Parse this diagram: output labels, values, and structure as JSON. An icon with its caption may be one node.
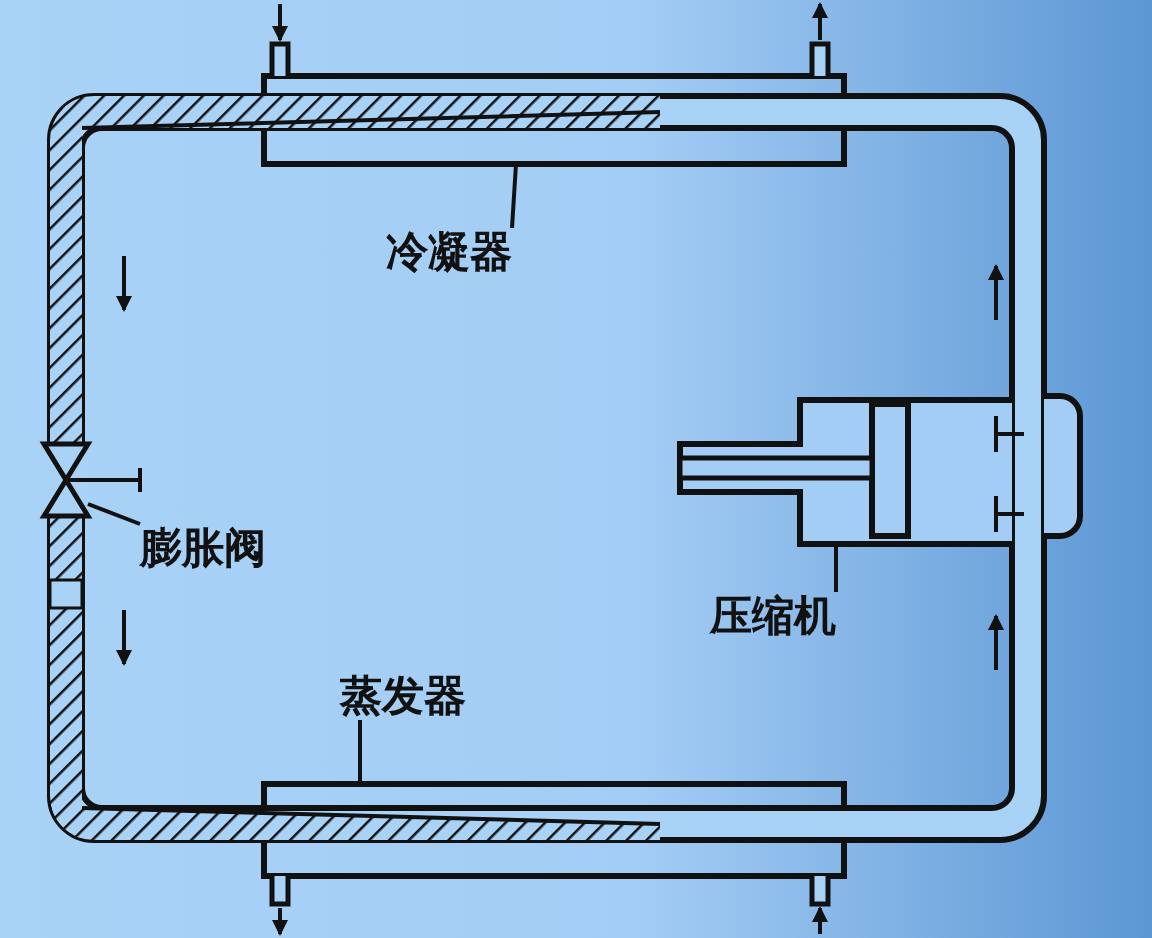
{
  "diagram": {
    "nodes": [
      {
        "text": [],
        "shape": "box"
      },
      {
        "text": [
          "冷凝器"
        ]
      },
      {
        "text": [],
        "shape": "valve"
      },
      {
        "text": [
          "膨胀阀"
        ]
      },
      {
        "text": [],
        "shape": "cylinder"
      },
      {
        "text": [
          "压缩机"
        ]
      },
      {
        "text": [],
        "shape": "box"
      },
      {
        "text": [
          "蒸发器"
        ]
      }
    ],
    "edges": [
      {
        "from": 1,
        "to": 0,
        "arrow": "none"
      },
      {
        "from": 3,
        "to": 2,
        "arrow": "none"
      },
      {
        "from": 5,
        "to": 4,
        "arrow": "none"
      },
      {
        "from": 7,
        "to": 6,
        "arrow": "none"
      }
    ]
  }
}
